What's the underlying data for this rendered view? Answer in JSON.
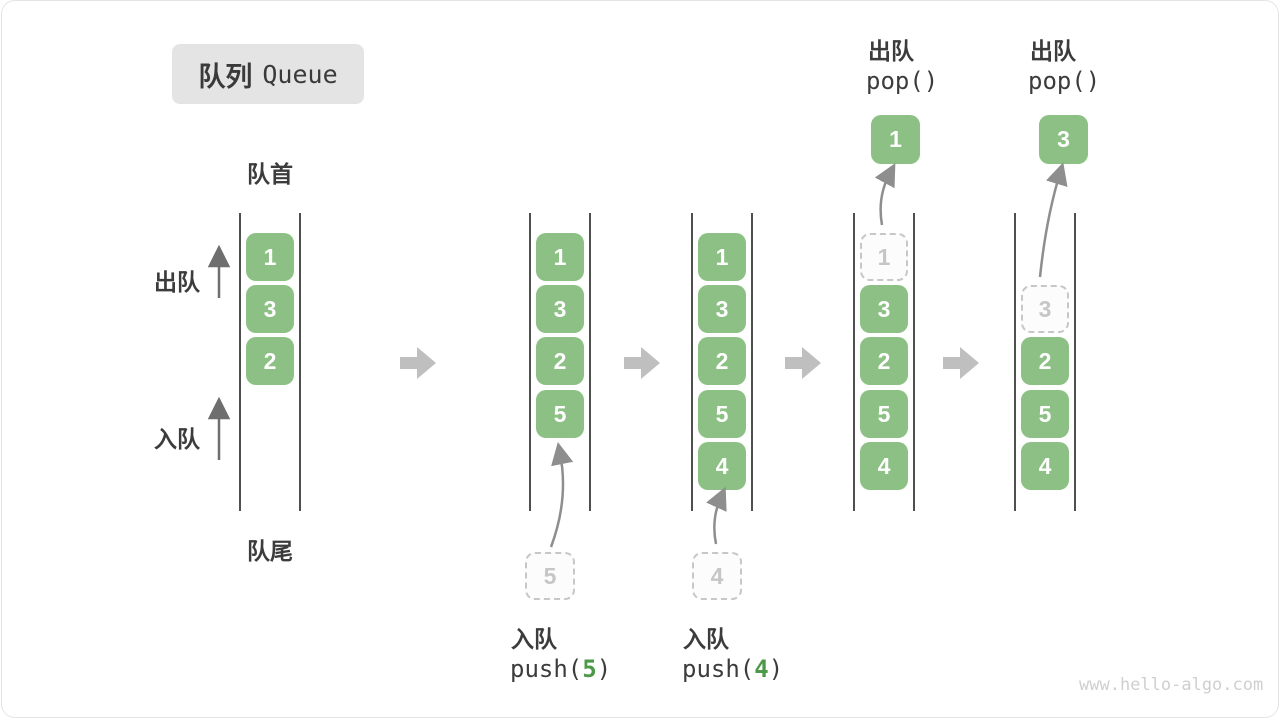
{
  "title": {
    "zh": "队列",
    "en": "Queue"
  },
  "labels": {
    "front": "队首",
    "rear": "队尾",
    "dequeue": "出队",
    "enqueue": "入队"
  },
  "watermark": "www.hello-algo.com",
  "colors": {
    "box_green": "#8CC084",
    "code_green": "#4C9A49",
    "arrow_gray": "#BFBFBF",
    "curve_gray": "#8E8E8E",
    "label_dark": "#3C3C3C",
    "ghost_gray": "#C6C6C6"
  },
  "states": [
    {
      "boxes": [
        "1",
        "3",
        "2"
      ]
    },
    {
      "boxes": [
        "1",
        "3",
        "2",
        "5"
      ],
      "incoming_value": "5",
      "operation": {
        "name": "入队",
        "code_fn": "push(",
        "code_arg": "5",
        "code_close": ")"
      }
    },
    {
      "boxes": [
        "1",
        "3",
        "2",
        "5",
        "4"
      ],
      "incoming_value": "4",
      "operation": {
        "name": "入队",
        "code_fn": "push(",
        "code_arg": "4",
        "code_close": ")"
      }
    },
    {
      "ghost_value": "1",
      "boxes": [
        "3",
        "2",
        "5",
        "4"
      ],
      "popped_value": "1",
      "operation": {
        "name": "出队",
        "code": "pop()"
      }
    },
    {
      "ghost_value": "3",
      "boxes": [
        "2",
        "5",
        "4"
      ],
      "popped_value": "3",
      "operation": {
        "name": "出队",
        "code": "pop()"
      }
    }
  ]
}
